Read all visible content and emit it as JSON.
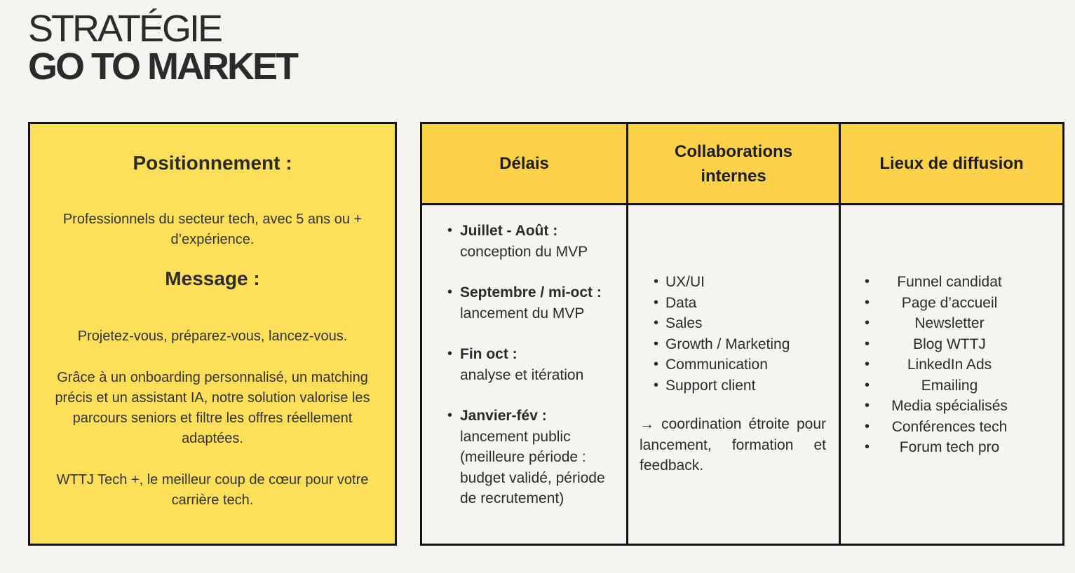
{
  "title": {
    "line1": "STRATÉGIE",
    "line2": "GO TO MARKET"
  },
  "left": {
    "positioning_heading": "Positionnement :",
    "positioning_text": "Professionnels du secteur tech, avec 5 ans ou + d’expérience.",
    "message_heading": "Message :",
    "message_tagline": "Projetez-vous, préparez-vous, lancez-vous.",
    "message_body": "Grâce à un onboarding personnalisé, un matching précis et un assistant IA, notre solution valorise les parcours seniors et filtre les offres réellement adaptées.",
    "message_closing": "WTTJ Tech +, le meilleur coup de cœur pour votre carrière tech."
  },
  "table": {
    "headers": [
      "Délais",
      "Collaborations internes",
      "Lieux de diffusion"
    ],
    "delais": [
      {
        "label": "Juillet - Août :",
        "desc": "conception du MVP"
      },
      {
        "label": "Septembre / mi-oct :",
        "desc": "lancement du MVP"
      },
      {
        "label": "Fin oct :",
        "desc": "analyse et itération"
      },
      {
        "label": "Janvier-fév :",
        "desc": "lancement public (meilleure période : budget validé, période de recrutement)"
      }
    ],
    "collaborations": [
      "UX/UI",
      "Data",
      "Sales",
      "Growth / Marketing",
      "Communication",
      "Support client"
    ],
    "collaborations_note": "→ coordination étroite pour lancement, formation et feedback.",
    "lieux": [
      "Funnel candidat",
      "Page d’accueil",
      "Newsletter",
      "Blog WTTJ",
      "LinkedIn Ads",
      "Emailing",
      "Media spécialisés",
      "Conférences tech",
      "Forum tech pro"
    ]
  }
}
